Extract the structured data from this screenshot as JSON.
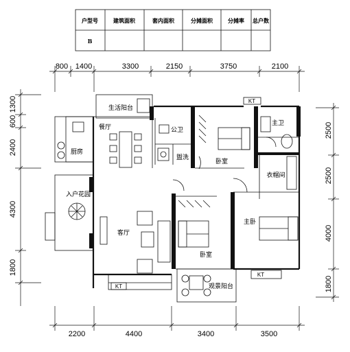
{
  "table": {
    "headers": [
      "户型号",
      "建筑面积",
      "套内面积",
      "分摊面积",
      "分摊率",
      "总户数"
    ],
    "values": [
      "B",
      "",
      "",
      "",
      "",
      ""
    ]
  },
  "dims": {
    "top": [
      "800",
      "1400",
      "3300",
      "2150",
      "3750",
      "2100"
    ],
    "bottom": [
      "2200",
      "4400",
      "3400",
      "3500"
    ],
    "left": [
      "1300",
      "600",
      "2400",
      "4300",
      "1800"
    ],
    "right": [
      "2500",
      "2500",
      "4000",
      "1800"
    ]
  },
  "rooms": {
    "life_balcony": "生活阳台",
    "dining": "餐厅",
    "kitchen": "厨房",
    "public_bath": "公卫",
    "wash": "盥洗",
    "bedroom_a": "卧室",
    "master_bath": "主卫",
    "closet": "衣帽间",
    "entry_garden": "入户花园",
    "living": "客厅",
    "master_bedroom": "主卧",
    "bedroom_b": "卧室",
    "view_balcony": "观景阳台"
  },
  "kt_label": "KT"
}
